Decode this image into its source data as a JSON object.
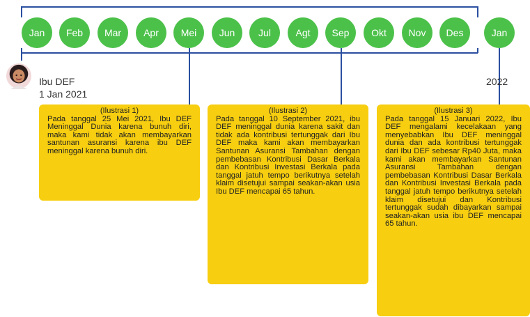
{
  "timeline": {
    "months": [
      "Jan",
      "Feb",
      "Mar",
      "Apr",
      "Mei",
      "Jun",
      "Jul",
      "Agt",
      "Sep",
      "Okt",
      "Nov",
      "Des",
      "Jan"
    ]
  },
  "person": {
    "name": "Ibu DEF",
    "start_date": "1 Jan 2021"
  },
  "year_label": "2022",
  "illustrations": [
    {
      "title": "(Ilustrasi 1)",
      "text": "Pada tanggal 25 Mei 2021, Ibu DEF Meninggal Dunia karena bunuh diri, maka kami tidak akan membayarkan santunan asuransi karena ibu DEF meninggal karena bunuh diri."
    },
    {
      "title": "(Ilustrasi 2)",
      "text": "Pada tanggal 10 September 2021, ibu DEF meninggal dunia karena sakit dan tidak ada kontribusi tertunggak dari Ibu DEF maka kami akan membayarkan Santunan Asuransi Tambahan dengan pembebasan Kontribusi Dasar Berkala dan Kontribusi Investasi Berkala pada tanggal jatuh tempo berikutnya setelah klaim disetujui sampai seakan-akan usia Ibu DEF mencapai 65 tahun."
    },
    {
      "title": "(Ilustrasi 3)",
      "text": "Pada tanggal 15 Januari 2022, Ibu DEF mengalami kecelakaan yang menyebabkan Ibu DEF meninggal dunia dan ada kontribusi tertunggak dari Ibu DEF sebesar Rp40 Juta, maka kami akan membayarkan Santunan Asuransi Tambahan dengan pembebasan Kontribusi Dasar Berkala dan Kontribusi Investasi Berkala pada tanggal jatuh tempo berikutnya setelah klaim disetujui dan Kontribusi tertunggak sudah dibayarkan sampai seakan-akan usia ibu DEF mencapai 65 tahun."
    }
  ],
  "colors": {
    "month_circle": "#4cc14a",
    "card": "#f7ce10",
    "connector": "#2b4fa0"
  },
  "icons": {
    "avatar": "woman-avatar-icon"
  }
}
